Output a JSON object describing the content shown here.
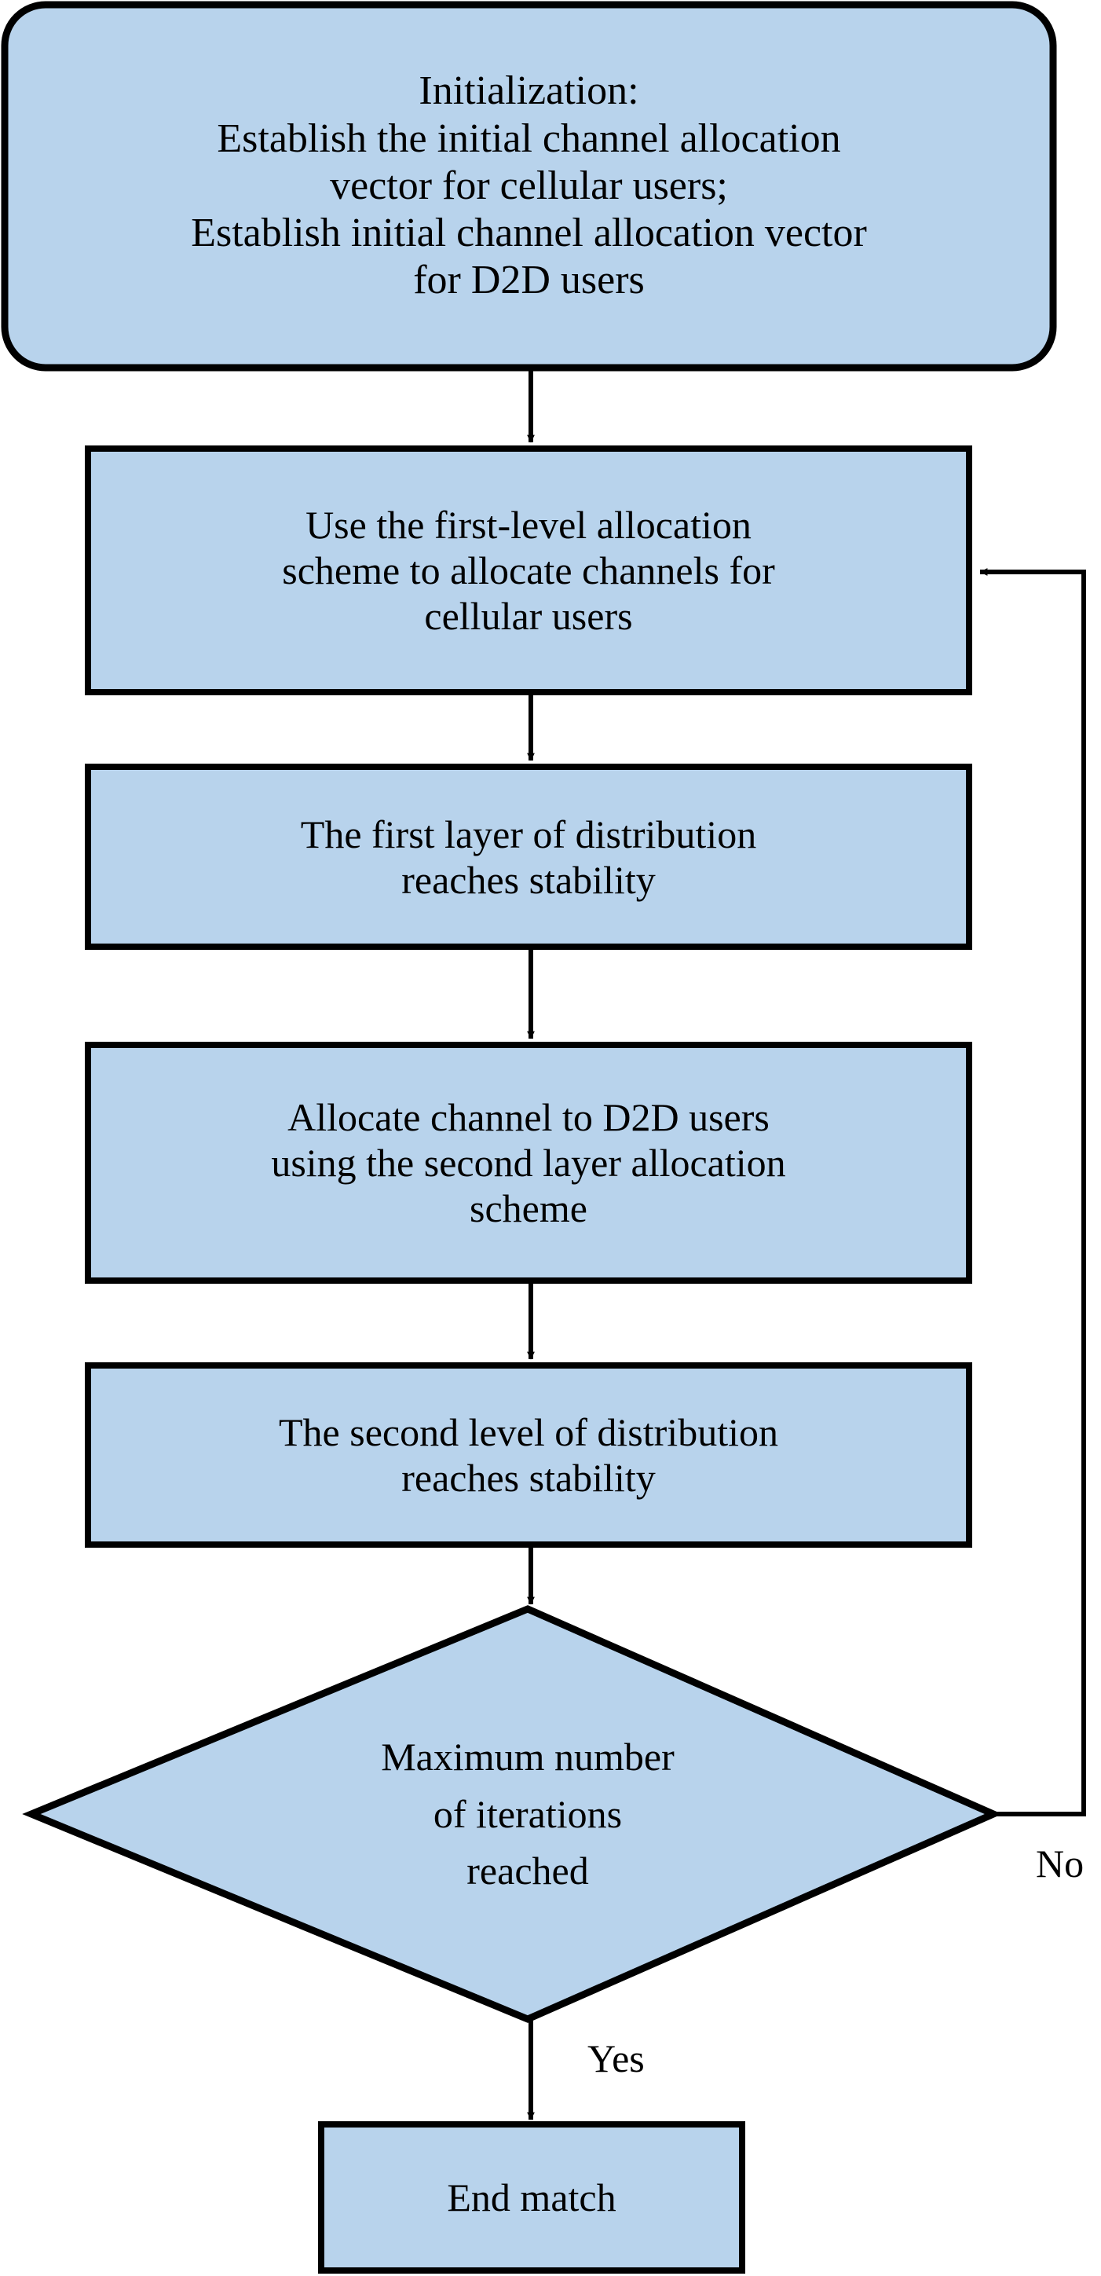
{
  "diagram": {
    "type": "flowchart",
    "title": "Two-level channel allocation matching flowchart",
    "colors": {
      "node_fill": "#b8d3ec",
      "node_stroke": "#000000",
      "edge_stroke": "#000000",
      "text": "#000000",
      "background": "#ffffff"
    },
    "nodes": [
      {
        "id": "init",
        "shape": "rounded-rectangle",
        "text": "Initialization:\nEstablish the initial channel allocation\nvector for cellular users;\nEstablish initial channel allocation vector\nfor D2D users"
      },
      {
        "id": "first-level-allocation",
        "shape": "rectangle",
        "text": "Use the first-level allocation\nscheme to allocate channels for\ncellular users"
      },
      {
        "id": "first-layer-stable",
        "shape": "rectangle",
        "text": "The first layer of distribution\nreaches stability"
      },
      {
        "id": "second-level-allocation",
        "shape": "rectangle",
        "text": "Allocate channel to D2D users\nusing the second layer allocation\nscheme"
      },
      {
        "id": "second-level-stable",
        "shape": "rectangle",
        "text": "The second level of distribution\nreaches stability"
      },
      {
        "id": "max-iterations-decision",
        "shape": "diamond",
        "text": "Maximum number\nof iterations\nreached"
      },
      {
        "id": "end-match",
        "shape": "rectangle",
        "text": "End match"
      }
    ],
    "edges": [
      {
        "id": "e1",
        "from": "init",
        "to": "first-level-allocation",
        "label": ""
      },
      {
        "id": "e2",
        "from": "first-level-allocation",
        "to": "first-layer-stable",
        "label": ""
      },
      {
        "id": "e3",
        "from": "first-layer-stable",
        "to": "second-level-allocation",
        "label": ""
      },
      {
        "id": "e4",
        "from": "second-level-allocation",
        "to": "second-level-stable",
        "label": ""
      },
      {
        "id": "e5",
        "from": "second-level-stable",
        "to": "max-iterations-decision",
        "label": ""
      },
      {
        "id": "e6",
        "from": "max-iterations-decision",
        "to": "first-level-allocation",
        "label": "No"
      },
      {
        "id": "e7",
        "from": "max-iterations-decision",
        "to": "end-match",
        "label": "Yes"
      }
    ],
    "edge_labels": {
      "no": "No",
      "yes": "Yes"
    }
  }
}
